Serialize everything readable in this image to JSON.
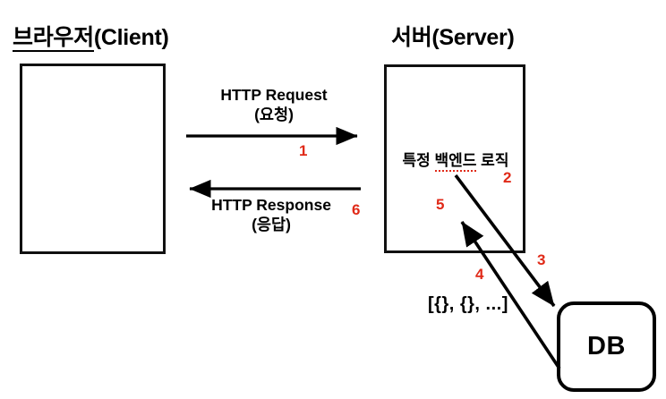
{
  "diagram": {
    "title_client": "브라우저(Client)",
    "title_client_underlined": "브라우저",
    "title_client_rest": "(Client)",
    "title_server": "서버(Server)",
    "db_label": "DB",
    "server_logic_prefix": "특정 ",
    "server_logic_misspelled": "백엔드",
    "server_logic_suffix": " 로직",
    "array_notation": "[{}, {}, ...]",
    "request_line1": "HTTP Request",
    "request_line2": "(요청)",
    "response_line1": "HTTP Response",
    "response_line2": "(응답)",
    "steps": {
      "s1": "1",
      "s2": "2",
      "s3": "3",
      "s4": "4",
      "s5": "5",
      "s6": "6"
    },
    "colors": {
      "step_red": "#e02a18",
      "stroke_black": "#111111",
      "background": "#ffffff"
    }
  }
}
